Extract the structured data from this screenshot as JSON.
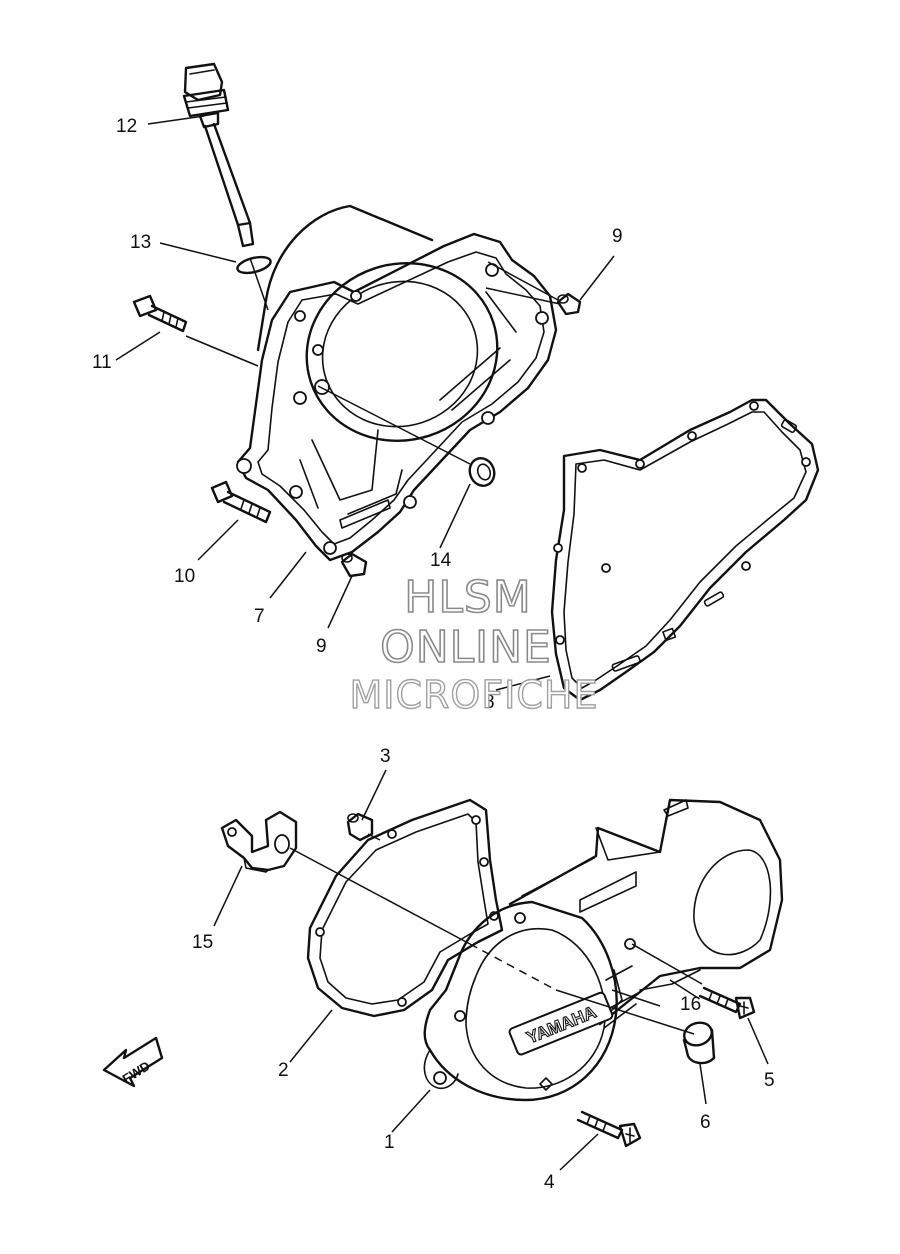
{
  "callouts": [
    "1",
    "2",
    "3",
    "4",
    "5",
    "6",
    "7",
    "8",
    "9",
    "9",
    "10",
    "11",
    "12",
    "13",
    "14",
    "15",
    "16"
  ],
  "watermark": {
    "line1": "HLSM",
    "line2": "ONLINE",
    "line3": "MICROFICHE"
  },
  "cover_brand": "YAMAHA",
  "arrow_label": "FWD"
}
